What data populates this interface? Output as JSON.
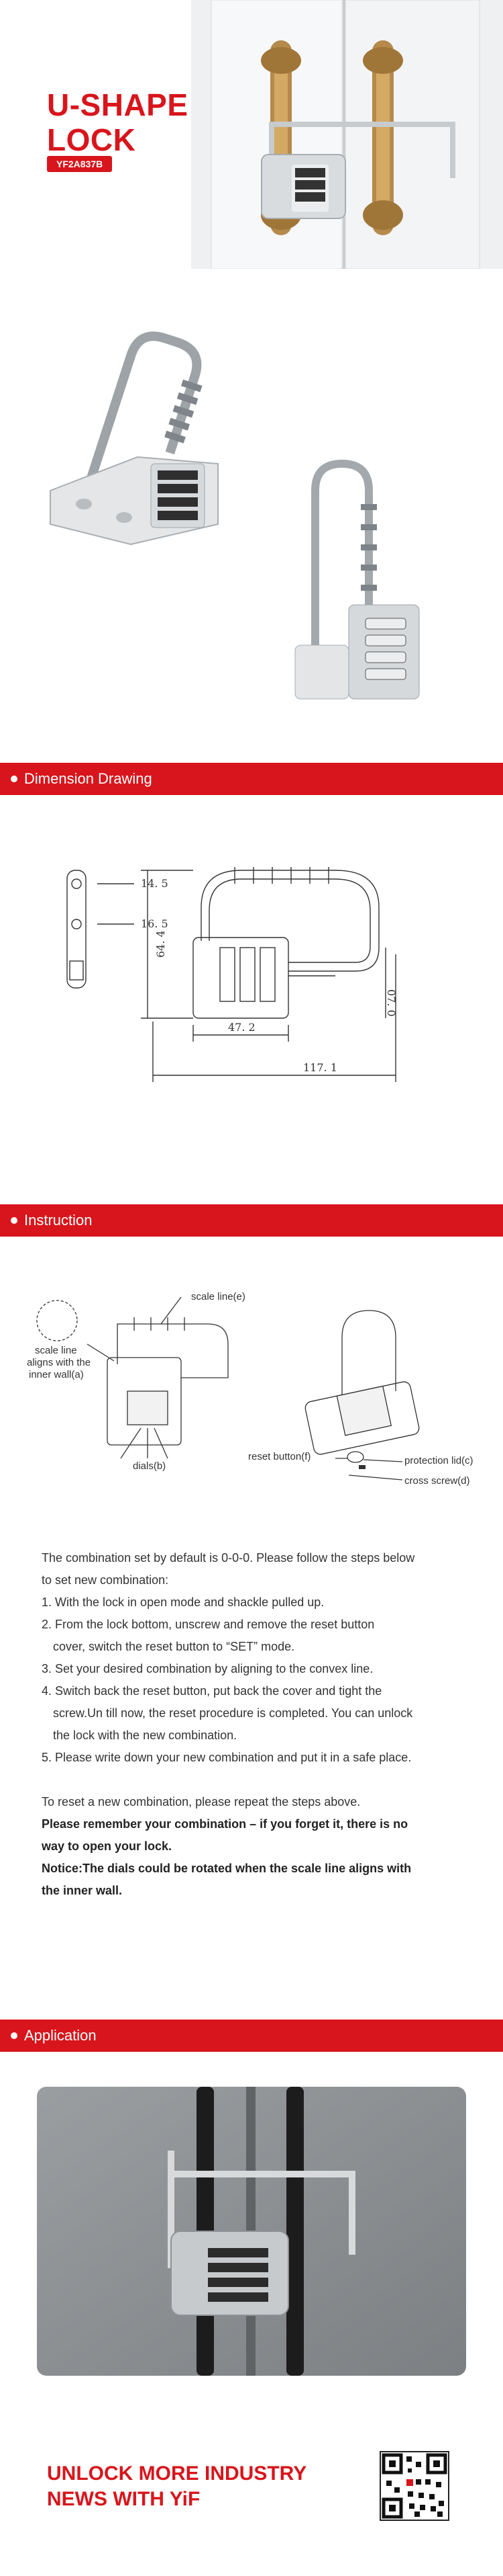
{
  "hero": {
    "title_line1": "U-SHAPE",
    "title_line2": "LOCK",
    "model": "YF2A837B"
  },
  "sections": {
    "dimension": "Dimension Drawing",
    "instruction": "Instruction",
    "application": "Application"
  },
  "dimensions": {
    "d1": "14. 5",
    "d2": "16. 5",
    "d3": "64. 4",
    "d4": "07. 0",
    "d5": "47. 2",
    "d6": "117. 1"
  },
  "instruction_labels": {
    "scale_line": "scale line(e)",
    "scale_line_aligns": [
      "scale line",
      "aligns with the",
      "inner wall(a)"
    ],
    "dials": "dials(b)",
    "reset_button": "reset button(f)",
    "protection_lid": "protection lid(c)",
    "cross_screw": "cross screw(d)"
  },
  "instructions": {
    "intro_line1": "The combination set by default is 0-0-0. Please follow the steps below",
    "intro_line2": "to set new combination:",
    "step1": "1. With the lock in open mode and shackle pulled up.",
    "step2_line1": "2. From the lock bottom, unscrew and remove the reset button",
    "step2_line2": "cover, switch the reset button to “SET” mode.",
    "step3": "3. Set your desired combination by aligning to the convex line.",
    "step4_line1": "4. Switch back the reset button, put back the cover and tight the",
    "step4_line2": "screw.Un till now, the reset procedure is completed. You can unlock",
    "step4_line3": "the lock with the new combination.",
    "step5": "5. Please write down your new combination and put it in a safe place.",
    "reset_note": "To reset a new combination, please repeat the steps above.",
    "remember_line1": "Please remember your combination – if you forget it, there is no",
    "remember_line2": "way to open your lock.",
    "notice_line1": "Notice:The dials could be rotated when the scale line aligns with",
    "notice_line2": "the inner wall."
  },
  "footer": {
    "line1": "UNLOCK MORE INDUSTRY",
    "line2": "NEWS WITH YiF"
  },
  "colors": {
    "brand_red": "#d8151c",
    "body_text": "#333333",
    "photo_door": "#8f9396"
  }
}
